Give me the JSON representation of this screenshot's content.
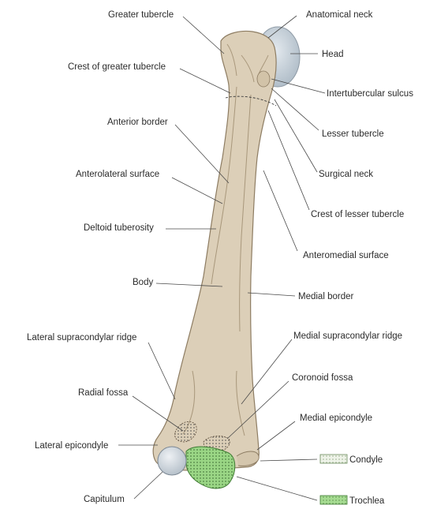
{
  "labels": {
    "greater_tubercle": "Greater tubercle",
    "anatomical_neck": "Anatomical neck",
    "head": "Head",
    "crest_of_greater_tubercle": "Crest of greater tubercle",
    "intertubercular_sulcus": "Intertubercular sulcus",
    "anterior_border": "Anterior border",
    "lesser_tubercle": "Lesser tubercle",
    "anterolateral_surface": "Anterolateral surface",
    "surgical_neck": "Surgical neck",
    "crest_of_lesser_tubercle": "Crest of lesser tubercle",
    "deltoid_tuberosity": "Deltoid tuberosity",
    "anteromedial_surface": "Anteromedial surface",
    "body": "Body",
    "medial_border": "Medial border",
    "lateral_supracondylar_ridge": "Lateral supracondylar ridge",
    "medial_supracondylar_ridge": "Medial supracondylar ridge",
    "coronoid_fossa": "Coronoid fossa",
    "radial_fossa": "Radial fossa",
    "medial_epicondyle": "Medial epicondyle",
    "lateral_epicondyle": "Lateral epicondyle",
    "capitulum": "Capitulum"
  },
  "legend": {
    "condyle": "Condyle",
    "trochlea": "Trochlea"
  },
  "colors": {
    "bone": "#dccfb8",
    "head": "#c9d4dc",
    "capitulum": "#cfd6dc",
    "trochlea": "#8fd07a",
    "fossa": "#a08a6e"
  }
}
